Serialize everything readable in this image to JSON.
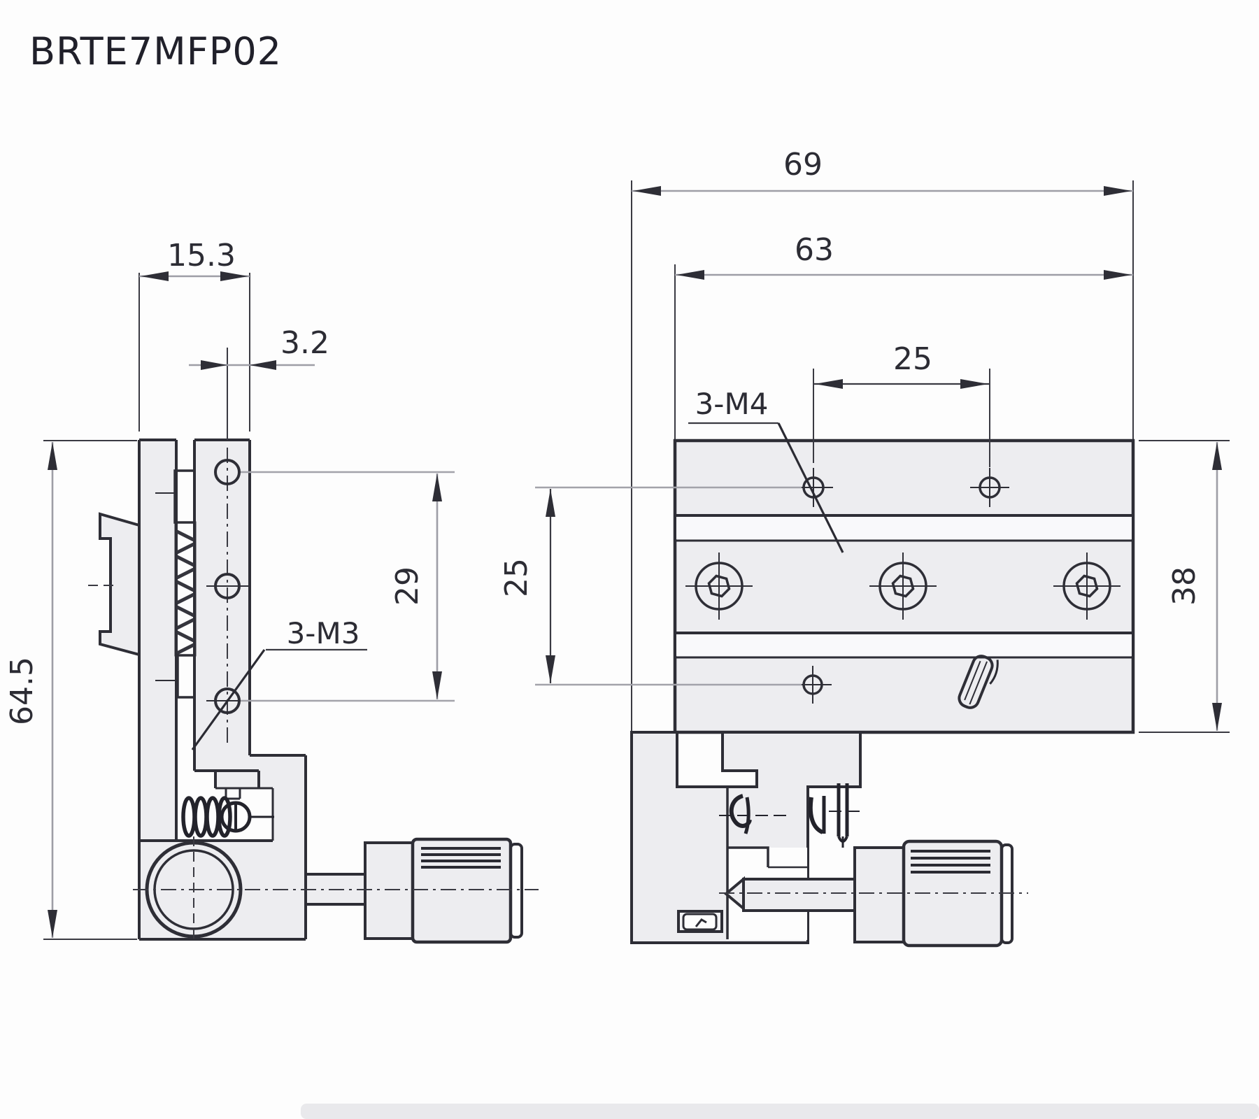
{
  "title": "BRTE7MFP02",
  "colors": {
    "line": "#2e2e36",
    "body_fill": "#ededf0",
    "dim_gray": "#9e9ea6",
    "background": "#fdfdfd"
  },
  "views": {
    "left": {
      "name": "side-view",
      "dims": {
        "width_top": "15.3",
        "hole_offset": "3.2",
        "height": "64.5",
        "hole_span": "29"
      },
      "labels": {
        "holes": "3-M3"
      }
    },
    "right": {
      "name": "front-view",
      "dims": {
        "width_overall": "69",
        "width_plate": "63",
        "hole_spacing_top": "25",
        "hole_spacing_side": "25",
        "height_plate": "38"
      },
      "labels": {
        "holes": "3-M4"
      }
    }
  }
}
